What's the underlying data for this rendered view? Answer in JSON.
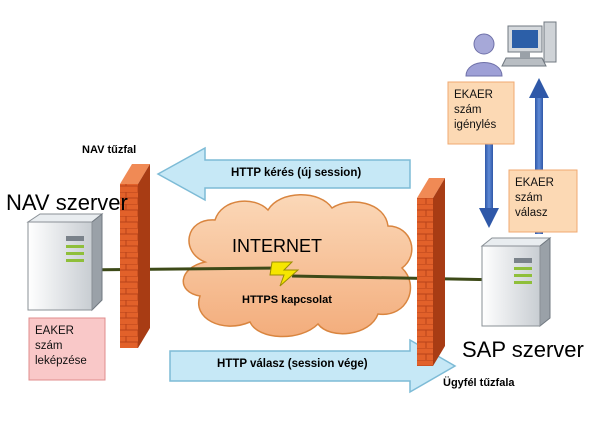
{
  "diagram": {
    "nav_firewall_label": "NAV tűzfal",
    "nav_server_label": "NAV szerver",
    "sap_server_label": "SAP szerver",
    "client_firewall_label": "Ügyfél tűzfala",
    "internet_label": "INTERNET",
    "https_label": "HTTPS kapcsolat",
    "http_request_label": "HTTP kérés (új session)",
    "http_response_label": "HTTP válasz (session vége)",
    "note_request": [
      "EKAER",
      "szám",
      "igénylés"
    ],
    "note_response": [
      "EKAER",
      "szám",
      "válasz"
    ],
    "note_mapping": [
      "EAKER",
      "szám",
      "leképzése"
    ],
    "colors": {
      "firewall": "#e2612a",
      "cloud": "#f6c49a",
      "arrow_fill": "#c6e8f6",
      "arrow_stroke": "#7dbbd6",
      "note_orange": "#fcd9b4",
      "note_pink": "#f9c8c8",
      "vertical_arrow": "#3a66b5"
    }
  }
}
